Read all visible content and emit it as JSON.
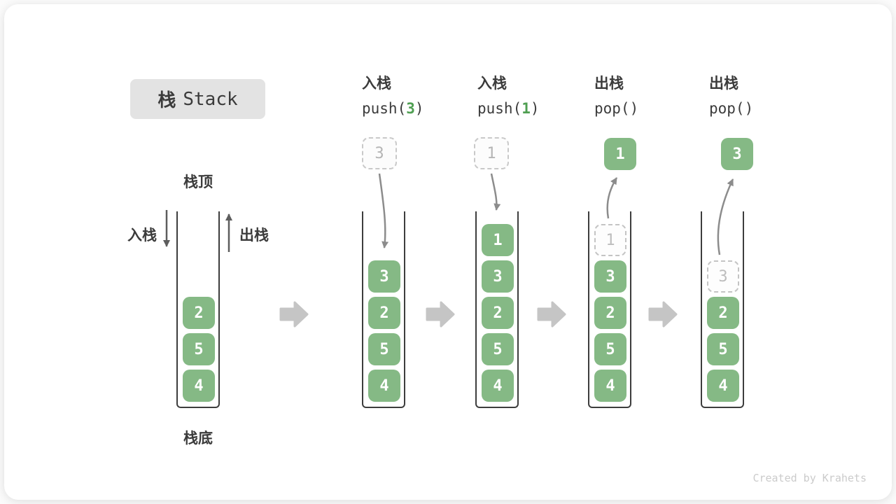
{
  "title": {
    "cjk": "栈",
    "latin": "Stack"
  },
  "side_labels": {
    "top": "栈顶",
    "bottom": "栈底",
    "push": "入栈",
    "pop": "出栈"
  },
  "operations": [
    {
      "label": "入栈",
      "code_prefix": "push(",
      "code_arg": "3",
      "code_suffix": ")"
    },
    {
      "label": "入栈",
      "code_prefix": "push(",
      "code_arg": "1",
      "code_suffix": ")"
    },
    {
      "label": "出栈",
      "code_prefix": "pop(",
      "code_arg": "",
      "code_suffix": ")"
    },
    {
      "label": "出栈",
      "code_prefix": "pop(",
      "code_arg": "",
      "code_suffix": ")"
    }
  ],
  "floating_boxes": [
    {
      "value": "3",
      "style": "dashed"
    },
    {
      "value": "1",
      "style": "dashed"
    },
    {
      "value": "1",
      "style": "solid"
    },
    {
      "value": "3",
      "style": "solid"
    }
  ],
  "stacks": [
    {
      "cells": [
        {
          "value": "2",
          "style": "solid"
        },
        {
          "value": "5",
          "style": "solid"
        },
        {
          "value": "4",
          "style": "solid"
        }
      ]
    },
    {
      "cells": [
        {
          "value": "3",
          "style": "solid"
        },
        {
          "value": "2",
          "style": "solid"
        },
        {
          "value": "5",
          "style": "solid"
        },
        {
          "value": "4",
          "style": "solid"
        }
      ]
    },
    {
      "cells": [
        {
          "value": "1",
          "style": "solid"
        },
        {
          "value": "3",
          "style": "solid"
        },
        {
          "value": "2",
          "style": "solid"
        },
        {
          "value": "5",
          "style": "solid"
        },
        {
          "value": "4",
          "style": "solid"
        }
      ]
    },
    {
      "cells": [
        {
          "value": "1",
          "style": "ghost"
        },
        {
          "value": "3",
          "style": "solid"
        },
        {
          "value": "2",
          "style": "solid"
        },
        {
          "value": "5",
          "style": "solid"
        },
        {
          "value": "4",
          "style": "solid"
        }
      ]
    },
    {
      "cells": [
        {
          "value": "3",
          "style": "ghost"
        },
        {
          "value": "2",
          "style": "solid"
        },
        {
          "value": "5",
          "style": "solid"
        },
        {
          "value": "4",
          "style": "solid"
        }
      ]
    }
  ],
  "watermark": "Created by Krahets",
  "colors": {
    "cell_green": "#85b985",
    "code_arg_green": "#4f9f52",
    "title_box_bg": "#e3e3e3",
    "text_dark": "#3b3b3b",
    "curved_arrow_gray": "#8c8c8c",
    "straight_arrow_gray": "#5d5d5d",
    "block_arrow_gray": "#c5c5c5",
    "dashed_border_gray": "#c9c9c9"
  }
}
